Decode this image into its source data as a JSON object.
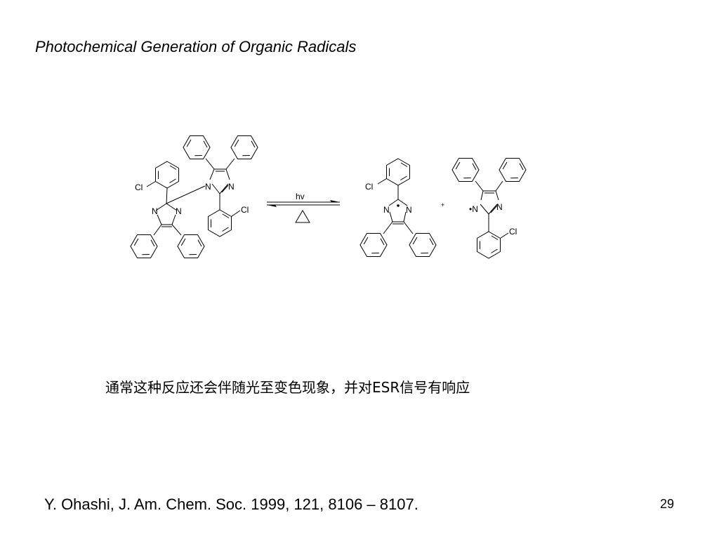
{
  "slide": {
    "title": "Photochemical Generation of Organic Radicals",
    "caption": "通常这种反应还会伴随光至变色现象，并对ESR信号有响应",
    "citation": "Y. Ohashi, J. Am. Chem. Soc. 1999, 121, 8106 – 8107.",
    "page_number": "29"
  },
  "scheme": {
    "forward_label": "hv",
    "plus_sign": "+",
    "atoms": {
      "chlorine": "Cl",
      "nitrogen": "N",
      "radical_nitrogen": "•N"
    }
  }
}
